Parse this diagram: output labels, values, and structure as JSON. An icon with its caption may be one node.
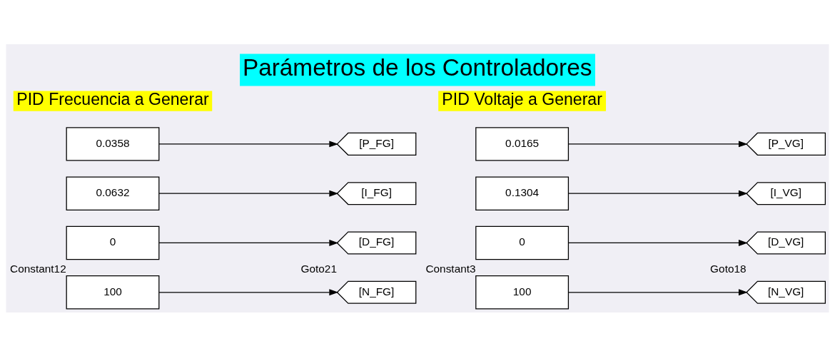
{
  "diagram": {
    "title": "Parámetros de los Controladores",
    "nodes": [
      {
        "text": [
          "0.0358"
        ]
      },
      {
        "text": [
          "[P_FG]"
        ]
      },
      {
        "text": [
          "0.0632"
        ]
      },
      {
        "text": [
          "[I_FG]"
        ]
      },
      {
        "text": [
          "0"
        ]
      },
      {
        "text": [
          "[D_FG]"
        ]
      },
      {
        "text": [
          "100"
        ],
        "beside": [
          "Constant12"
        ]
      },
      {
        "text": [
          "[N_FG]"
        ],
        "beside": [
          "Goto21"
        ]
      },
      {
        "text": [
          "0.0165"
        ]
      },
      {
        "text": [
          "[P_VG]"
        ]
      },
      {
        "text": [
          "0.1304"
        ]
      },
      {
        "text": [
          "[I_VG]"
        ]
      },
      {
        "text": [
          "0"
        ]
      },
      {
        "text": [
          "[D_VG]"
        ]
      },
      {
        "text": [
          "100"
        ],
        "beside": [
          "Constant3"
        ]
      },
      {
        "text": [
          "[N_VG]"
        ],
        "beside": [
          "Goto18"
        ]
      }
    ],
    "edges": [
      {
        "from": 0,
        "to": 1,
        "arrow": "to"
      },
      {
        "from": 2,
        "to": 3,
        "arrow": "to"
      },
      {
        "from": 4,
        "to": 5,
        "arrow": "to"
      },
      {
        "from": 6,
        "to": 7,
        "arrow": "to"
      },
      {
        "from": 8,
        "to": 9,
        "arrow": "to"
      },
      {
        "from": 10,
        "to": 11,
        "arrow": "to"
      },
      {
        "from": 12,
        "to": 13,
        "arrow": "to"
      },
      {
        "from": 14,
        "to": 15,
        "arrow": "to"
      }
    ],
    "labels": [
      "PID Frecuencia a Generar",
      "PID Voltaje a Generar"
    ]
  }
}
